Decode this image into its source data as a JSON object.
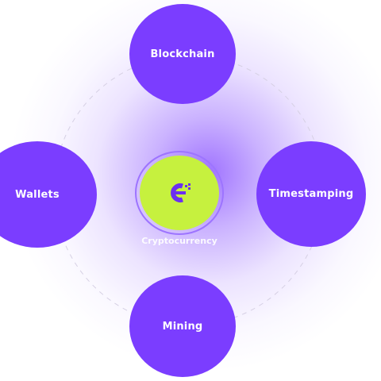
{
  "diagram": {
    "center": {
      "label": "Cryptocurrency",
      "icon": "crypto-logo-icon"
    },
    "nodes": [
      {
        "label": "Blockchain",
        "position": "top"
      },
      {
        "label": "Wallets",
        "position": "left"
      },
      {
        "label": "Timestamping",
        "position": "right"
      },
      {
        "label": "Mining",
        "position": "bottom"
      }
    ]
  },
  "colors": {
    "node_fill": "#7b3dff",
    "center_fill": "#c6f13e",
    "glow": "#7a3cff",
    "orbit_line": "#d6d0e4",
    "text": "#ffffff"
  }
}
